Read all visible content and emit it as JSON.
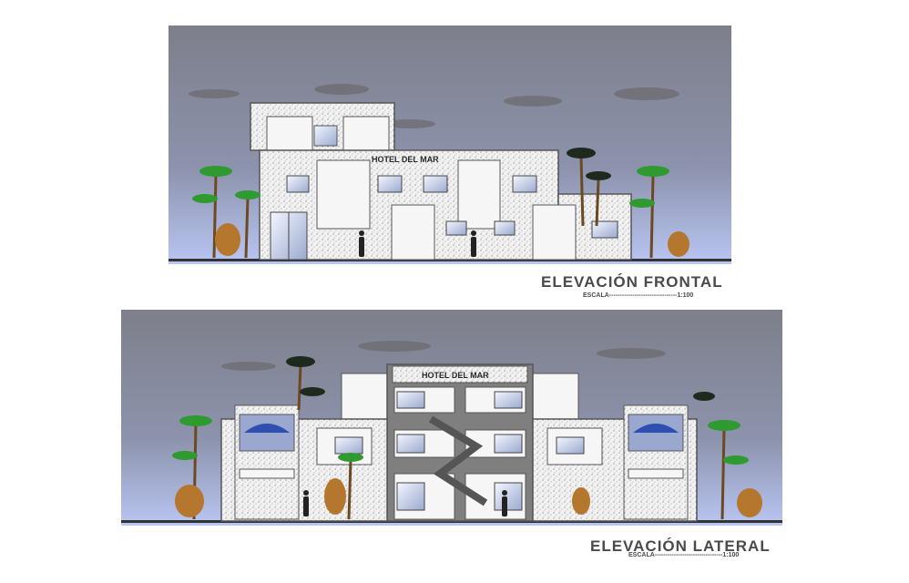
{
  "front_elevation": {
    "title": "ELEVACIÓN FRONTAL",
    "scale_label": "ESCALA--------------------------------1:100",
    "building_sign": "HOTEL DEL MAR"
  },
  "side_elevation": {
    "title": "ELEVACIÓN LATERAL",
    "scale_label": "ESCALA--------------------------------1:100",
    "building_sign": "HOTEL DEL MAR"
  },
  "colors": {
    "sky_top": "#7d7f8a",
    "sky_bottom": "#b9c6f3",
    "wall": "#ececec",
    "wall_outline": "#555555",
    "window": "#dfe8ff",
    "ground": "#333333",
    "palm": "#2f9a2f",
    "shrub": "#b5772d"
  }
}
